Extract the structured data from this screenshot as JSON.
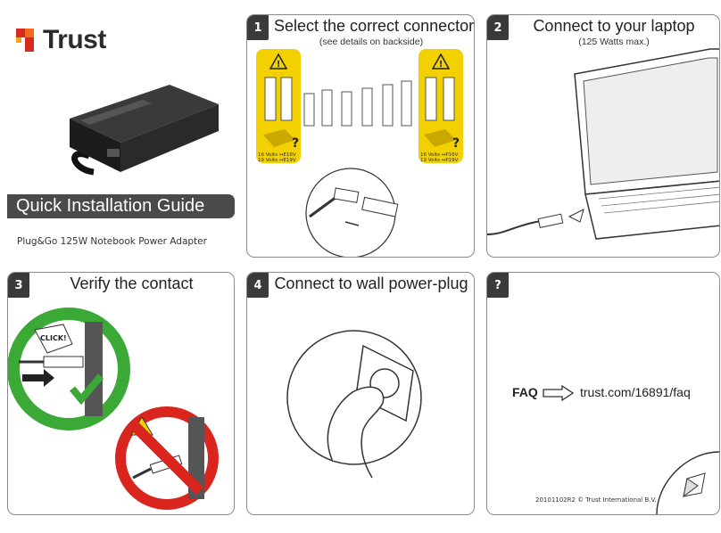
{
  "brand": {
    "name": "Trust"
  },
  "cover": {
    "title": "Quick Installation Guide",
    "product": "Plug&Go 125W Notebook Power Adapter"
  },
  "steps": [
    {
      "number": "1",
      "title": "Select the correct connector",
      "subtitle": "(see details on backside)"
    },
    {
      "number": "2",
      "title": "Connect to your laptop",
      "subtitle": "(125 Watts max.)"
    },
    {
      "number": "3",
      "title": "Verify the contact",
      "callout": "CLICK!"
    },
    {
      "number": "4",
      "title": "Connect to wall power-plug"
    },
    {
      "number": "?",
      "faq_label": "FAQ",
      "faq_url": "trust.com/16891/faq"
    }
  ],
  "connectors": {
    "left_note_1": "16 Volts ↔E16V",
    "left_note_2": "19 Volts ↔E19V",
    "right_note_1": "16 Volts ↔P16V",
    "right_note_2": "19 Volts ↔P19V"
  },
  "footer": {
    "code": "20101102R2 © Trust International B.V."
  },
  "colors": {
    "accent_yellow": "#f3d000",
    "ok_green": "#3aa935",
    "stop_red": "#d9251d",
    "badge_dark": "#3a3a3a"
  },
  "icons": [
    "trust-logo-icon",
    "warning-icon",
    "arrow-right-icon",
    "checkmark-icon",
    "page-corner-icon"
  ]
}
